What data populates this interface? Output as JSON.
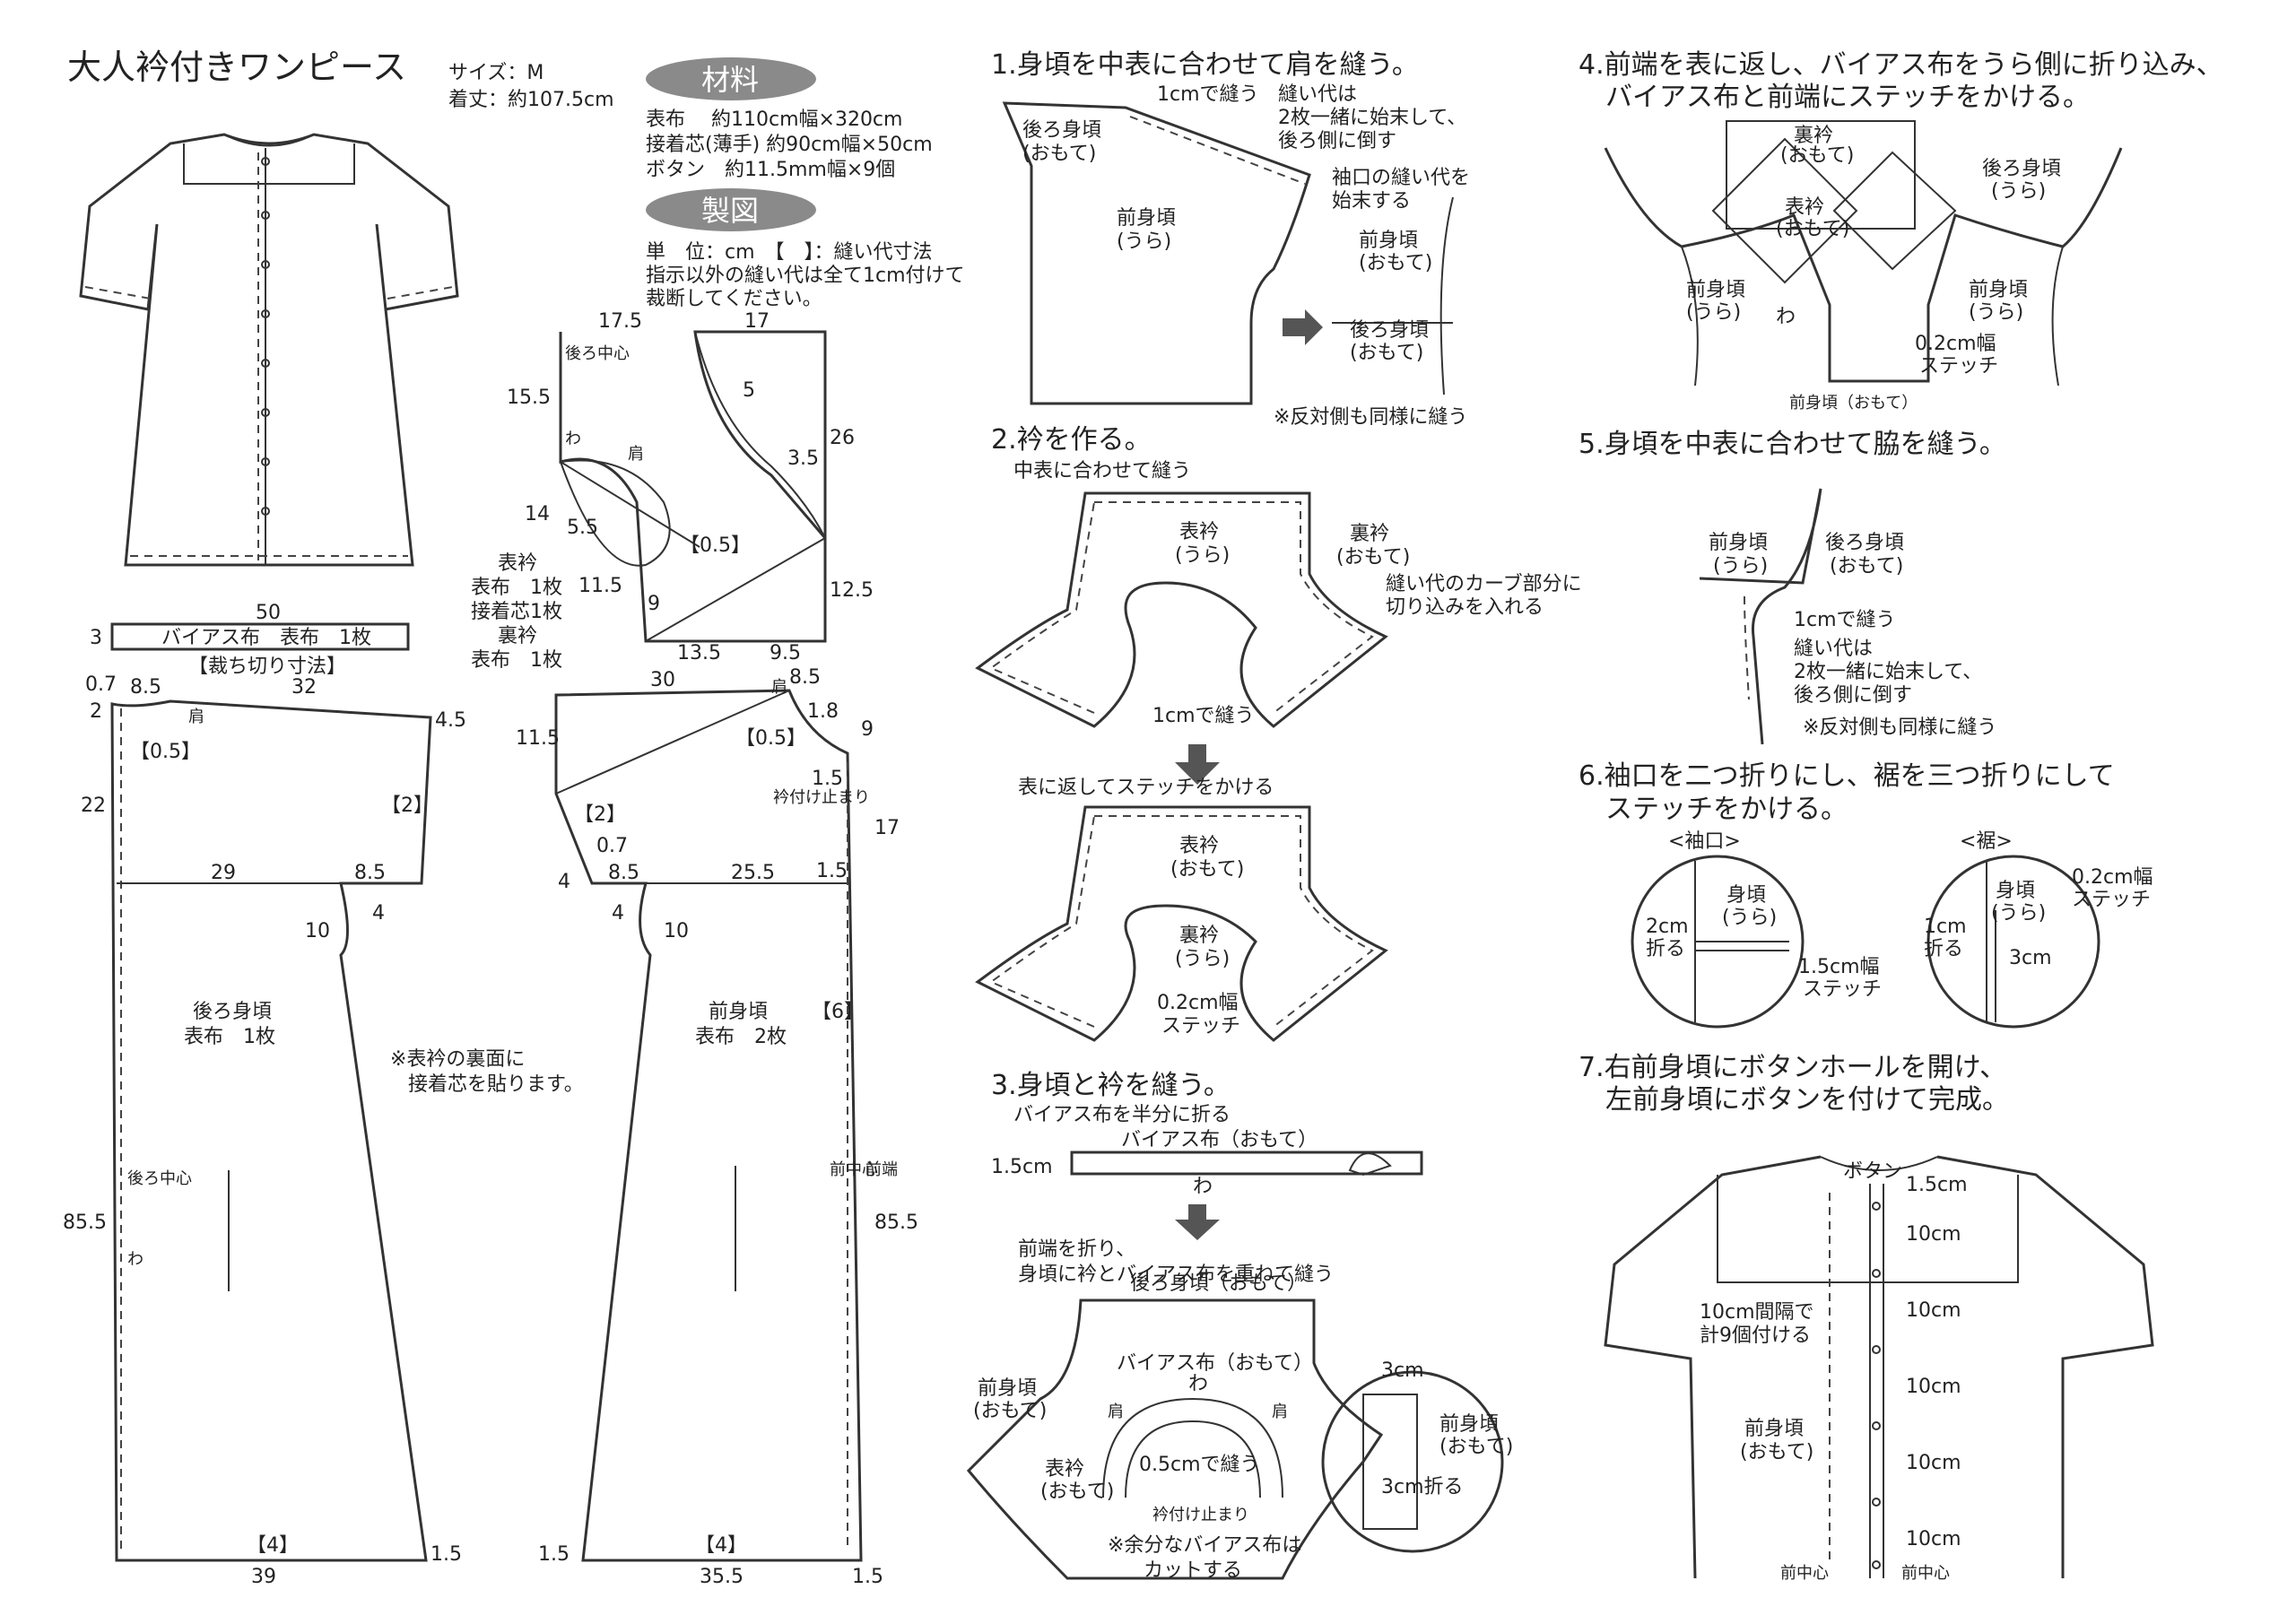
{
  "header": {
    "title": "大人衿付きワンピース",
    "size": "サイズ：M",
    "length": "着丈：約107.5cm"
  },
  "materials": {
    "label": "材料",
    "lines": [
      "表布　 約110cm幅×320cm",
      "接着芯(薄手) 約90cm幅×50cm",
      "ボタン　約11.5mm幅×9個"
    ]
  },
  "drafting": {
    "label": "製図",
    "unit_line": "単　位：cm　【　】：縫い代寸法",
    "note1": "指示以外の縫い代は全て1cm付けて",
    "note2": "裁断してください。"
  },
  "collar_pattern": {
    "top_left": "17.5",
    "top_right": "17",
    "back_center": "後ろ中心",
    "fold": "わ",
    "h155": "15.5",
    "d5": "5",
    "d26": "26",
    "d35": "3.5",
    "d14": "14",
    "d55": "5.5",
    "seam05": "【0.5】",
    "d115": "11.5",
    "d9": "9",
    "d125": "12.5",
    "d135": "13.5",
    "d95": "9.5",
    "shoulder": "肩",
    "label1": "表衿",
    "label1b": "表布　1枚",
    "label2": "接着芯1枚",
    "label3": "裏衿",
    "label4": "表布　1枚"
  },
  "bias": {
    "width": "50",
    "height": "3",
    "text": "バイアス布　表布　1枚",
    "note": "【裁ち切り寸法】"
  },
  "back_body": {
    "d07": "0.7",
    "d85": "8.5",
    "d32": "32",
    "d2": "2",
    "d45": "4.5",
    "seam05": "【0.5】",
    "shoulder": "肩",
    "d22": "22",
    "seam2": "【2】",
    "d29": "29",
    "d85b": "8.5",
    "d10": "10",
    "d4": "4",
    "label": "後ろ身頃",
    "label2": "表布　1枚",
    "center": "後ろ中心",
    "fold": "わ",
    "d855": "85.5",
    "seam4": "【4】",
    "d39": "39",
    "d15": "1.5"
  },
  "front_body": {
    "d30": "30",
    "d85": "8.5",
    "d115": "11.5",
    "seam05": "【0.5】",
    "d18": "1.8",
    "d9": "9",
    "d15": "1.5",
    "collar_stop": "衿付け止まり",
    "shoulder": "肩",
    "d17": "17",
    "seam2": "【2】",
    "d07": "0.7",
    "d4": "4",
    "d85b": "8.5",
    "d255": "25.5",
    "d15b": "1.5",
    "d10": "10",
    "d4b": "4",
    "label": "前身頃",
    "label2": "表布　2枚",
    "seam6": "【6】",
    "center": "前中心",
    "edge": "前端",
    "d855": "85.5",
    "seam4": "【4】",
    "d355": "35.5",
    "d15c": "1.5",
    "d15d": "1.5"
  },
  "interfacing_note": {
    "line1": "※表衿の裏面に",
    "line2": "接着芯を貼ります。"
  },
  "step1": {
    "title": "1.身頃を中表に合わせて肩を縫う。",
    "back": "後ろ身頃",
    "back_sub": "(おもて)",
    "sew": "1cmで縫う",
    "seam1": "縫い代は",
    "seam2": "2枚一緒に始末して、",
    "seam3": "後ろ側に倒す",
    "front": "前身頃",
    "front_sub": "(うら)",
    "sleeve1": "袖口の縫い代を",
    "sleeve2": "始末する",
    "front2": "前身頃",
    "front2_sub": "(おもて)",
    "back2": "後ろ身頃",
    "back2_sub": "(おもて)",
    "note": "※反対側も同様に縫う"
  },
  "step2": {
    "title": "2.衿を作る。",
    "sub": "中表に合わせて縫う",
    "top": "表衿",
    "top_sub": "(うら)",
    "under": "裏衿",
    "under_sub": "(おもて)",
    "cut1": "縫い代のカーブ部分に",
    "cut2": "切り込みを入れる",
    "sew": "1cmで縫う",
    "turn": "表に返してステッチをかける",
    "top2": "表衿",
    "top2_sub": "(おもて)",
    "under2": "裏衿",
    "under2_sub": "(うら)",
    "stitch1": "0.2cm幅",
    "stitch2": "ステッチ"
  },
  "step3": {
    "title": "3.身頃と衿を縫う。",
    "fold": "バイアス布を半分に折る",
    "bias": "バイアス布（おもて）",
    "w": "1.5cm",
    "wa": "わ",
    "fold2": "前端を折り、",
    "fold3": "身頃に衿とバイアス布を重ねて縫う",
    "back": "後ろ身頃（おもて）",
    "front": "前身頃",
    "front_sub": "(おもて)",
    "bias2": "バイアス布（おもて）",
    "wa2": "わ",
    "shoulder": "肩",
    "shoulder2": "肩",
    "collar": "表衿",
    "collar_sub": "(おもて)",
    "sew": "0.5cmで縫う",
    "stop": "衿付け止まり",
    "cut1": "※余分なバイアス布は",
    "cut2": "カットする",
    "m3": "3cm",
    "front2": "前身頃",
    "front2_sub": "(おもて)",
    "m3b": "3cm折る"
  },
  "step4": {
    "title1": "4.前端を表に返し、バイアス布をうら側に折り込み、",
    "title2": "バイアス布と前端にステッチをかける。",
    "under": "裏衿",
    "under_sub": "(おもて)",
    "top": "表衿",
    "top_sub": "(おもて)",
    "back": "後ろ身頃",
    "back_sub": "(うら)",
    "front_l": "前身頃",
    "front_l_sub": "(うら)",
    "front_r": "前身頃",
    "front_r_sub": "(うら)",
    "wa": "わ",
    "stitch1": "0.2cm幅",
    "stitch2": "ステッチ",
    "back2": "前身頃（おもて）"
  },
  "step5": {
    "title": "5.身頃を中表に合わせて脇を縫う。",
    "front": "前身頃",
    "front_sub": "(うら)",
    "back": "後ろ身頃",
    "back_sub": "(おもて)",
    "sew": "1cmで縫う",
    "seam1": "縫い代は",
    "seam2": "2枚一緒に始末して、",
    "seam3": "後ろ側に倒す",
    "note": "※反対側も同様に縫う"
  },
  "step6": {
    "title1": "6.袖口を二つ折りにし、裾を三つ折りにして",
    "title2": "ステッチをかける。",
    "cuff": "<袖口>",
    "hem": "<裾>",
    "c_body": "身頃",
    "c_body_sub": "(うら)",
    "c_fold": "2cm",
    "c_fold2": "折る",
    "c_st1": "1.5cm幅",
    "c_st2": "ステッチ",
    "h_body": "身頃",
    "h_body_sub": "(うら)",
    "h_st1": "0.2cm幅",
    "h_st2": "ステッチ",
    "h_fold": "1cm",
    "h_fold2": "折る",
    "h_3": "3cm"
  },
  "step7": {
    "title1": "7.右前身頃にボタンホールを開け、",
    "title2": "左前身頃にボタンを付けて完成。",
    "button": "ボタン",
    "m15": "1.5cm",
    "m10a": "10cm",
    "m10b": "10cm",
    "m10c": "10cm",
    "m10d": "10cm",
    "m10e": "10cm",
    "interval1": "10cm間隔で",
    "interval2": "計9個付ける",
    "front": "前身頃",
    "front_sub": "(おもて)",
    "center1": "前中心",
    "center2": "前中心"
  }
}
